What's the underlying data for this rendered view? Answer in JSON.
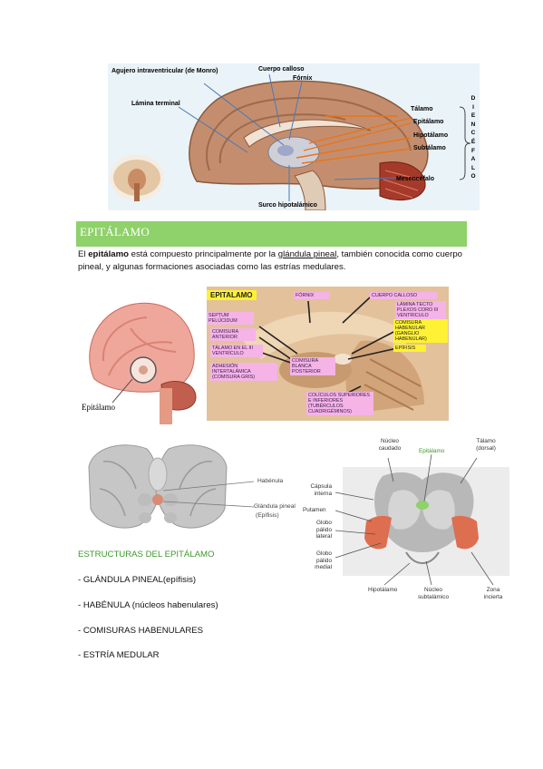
{
  "figure1": {
    "labels": {
      "agujero": "Agujero intraventricular (de Monro)",
      "cuerpo_calloso": "Cuerpo calloso",
      "fornix": "Fórnix",
      "lamina_terminal": "Lámina terminal",
      "talamo": "Tálamo",
      "epitalamo": "Epitálamo",
      "hipotalamo": "Hipotálamo",
      "subtalamo": "Subtálamo",
      "mesencefalo": "Mesencéfalo",
      "surco": "Surco hipotalámico",
      "diencefalo_letters": [
        "D",
        "I",
        "E",
        "N",
        "C",
        "É",
        "F",
        "A",
        "L",
        "O"
      ]
    },
    "colors": {
      "arrow": "#e8751a",
      "background": "#e9f2f7"
    }
  },
  "section": {
    "title": "EPITÁLAMO",
    "header_color": "#8fd16a",
    "para_p1": "El ",
    "para_bold": "epitálamo",
    "para_p2": " está compuesto principalmente por la ",
    "para_link": "glándula pineal",
    "para_p3": ", también conocida como cuerpo pineal, y algunas formaciones asociadas como las estrías medulares."
  },
  "figure2": {
    "label": "Epitálamo"
  },
  "figure3": {
    "title": "EPITALAMO",
    "labels": {
      "fornix": "FÓRNIX",
      "cuerpo_calloso": "CUERPO CALLOSO",
      "lamina_tecto": "LÁMINA TECTO PLEXOS CORO III VENTRICULO",
      "septum": "SEPTUM PELÚCIDUM",
      "comisura_anterior": "COMISURA ANTERIOR",
      "talamo": "TÁLAMO EN EL III VENTRÍCULO",
      "adhesion": "ADHESIÓN INTERTALÁMICA (COMISURA GRIS)",
      "comisura_blanca": "COMISURA BLANCA POSTERIOR",
      "comisura_habenular": "COMISURA HABENULAR (GANGLIO HABENULAR)",
      "epifisis": "EPÍFISIS",
      "coliculos": "COLÍCULOS SUPERIORES E INFERIORES (TUBÉRCULOS CUADRIGÉMINOS)"
    }
  },
  "figure4": {
    "habenula": "Habénula",
    "glandula": "Glándula pineal",
    "epifisis": "(Epífisis)"
  },
  "figure5": {
    "nucleo_caudado": "Núcleo caudado",
    "epitalamo": "Epitálamo",
    "talamo": "Tálamo (dorsal)",
    "capsula": "Cápsula interna",
    "putamen": "Putamen",
    "globo_lateral": "Globo pálido lateral",
    "globo_medial": "Globo pálido medial",
    "hipotalamo": "Hipotálamo",
    "nucleo_subtalamico": "Núcleo subtalámico",
    "zona_incierta": "Zona incierta"
  },
  "structures": {
    "title": "ESTRUCTURAS DEL EPITÁLAMO",
    "items": [
      "- GLÁNDULA PINEAL(epífisis)",
      "- HABÉNULA (núcleos habenulares)",
      "- COMISURAS HABENULARES",
      "- ESTRÍA MEDULAR"
    ]
  }
}
